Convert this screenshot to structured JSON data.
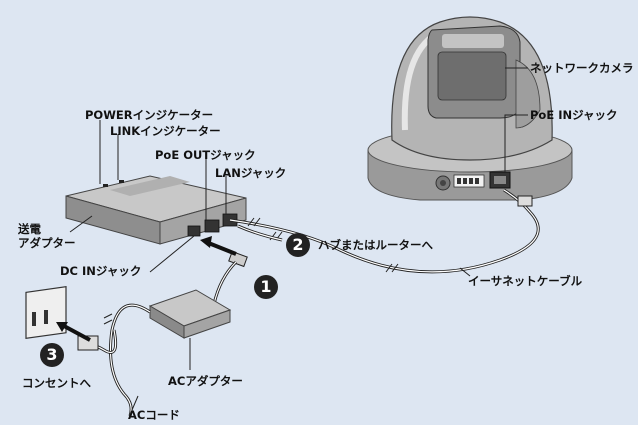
{
  "labels": {
    "network_camera": "ネットワークカメラ",
    "poe_in_jack": "PoE INジャック",
    "power_indicator": "POWERインジケーター",
    "link_indicator": "LINKインジケーター",
    "poe_out_jack": "PoE OUTジャック",
    "lan_jack": "LANジャック",
    "power_adapter_line1": "送電",
    "power_adapter_line2": "アダプター",
    "to_hub_router": "ハブまたはルーターへ",
    "dc_in_jack": "DC INジャック",
    "ethernet_cable": "イーサネットケーブル",
    "to_outlet": "コンセントへ",
    "ac_adapter": "ACアダプター",
    "ac_cord": "ACコード"
  },
  "steps": [
    "1",
    "2",
    "3"
  ],
  "colors": {
    "background": "#dde6f2",
    "device_body": "#aaaaaa",
    "line": "#222222",
    "step_badge": "#222222"
  }
}
